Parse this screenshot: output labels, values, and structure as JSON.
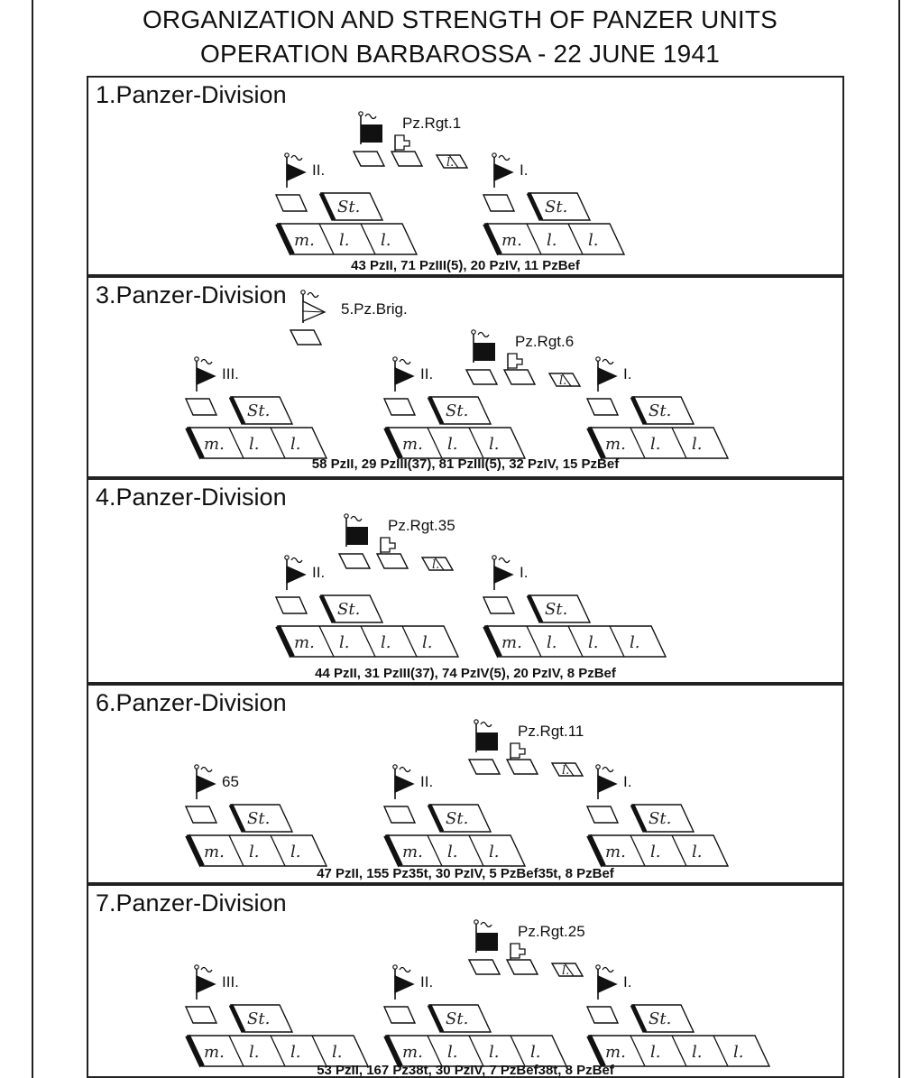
{
  "title_line1": "ORGANIZATION AND STRENGTH OF PANZER UNITS",
  "title_line2": "OPERATION BARBAROSSA - 22 JUNE 1941",
  "company_labels": {
    "heavy": "m.",
    "light": "l.",
    "staff": "St."
  },
  "divisions": [
    {
      "name": "1.Panzer-Division",
      "regiment": "Pz.Rgt.1",
      "brigade": "",
      "battalions": [
        {
          "label": "II.",
          "light": 2
        },
        {
          "label": "I.",
          "light": 2
        }
      ],
      "strength": "43 PzII, 71 PzIII(5), 20 PzIV, 11 PzBef"
    },
    {
      "name": "3.Panzer-Division",
      "regiment": "Pz.Rgt.6",
      "brigade": "5.Pz.Brig.",
      "battalions": [
        {
          "label": "III.",
          "light": 2
        },
        {
          "label": "II.",
          "light": 2
        },
        {
          "label": "I.",
          "light": 2
        }
      ],
      "strength": "58 PzII, 29 PzIII(37), 81 PzIII(5), 32 PzIV, 15 PzBef"
    },
    {
      "name": "4.Panzer-Division",
      "regiment": "Pz.Rgt.35",
      "brigade": "",
      "battalions": [
        {
          "label": "II.",
          "light": 3
        },
        {
          "label": "I.",
          "light": 3
        }
      ],
      "strength": "44 PzII, 31 PzIII(37), 74 PzIV(5), 20 PzIV, 8 PzBef"
    },
    {
      "name": "6.Panzer-Division",
      "regiment": "Pz.Rgt.11",
      "brigade": "",
      "battalions": [
        {
          "label": "65",
          "light": 2
        },
        {
          "label": "II.",
          "light": 2
        },
        {
          "label": "I.",
          "light": 2
        }
      ],
      "strength": "47 PzII, 155 Pz35t, 30 PzIV, 5 PzBef35t, 8 PzBef"
    },
    {
      "name": "7.Panzer-Division",
      "regiment": "Pz.Rgt.25",
      "brigade": "",
      "battalions": [
        {
          "label": "III.",
          "light": 3
        },
        {
          "label": "II.",
          "light": 3
        },
        {
          "label": "I.",
          "light": 3
        }
      ],
      "strength": "53 PzII, 167 Pz38t, 30 PzIV, 7 PzBef38t, 8 PzBef"
    }
  ]
}
